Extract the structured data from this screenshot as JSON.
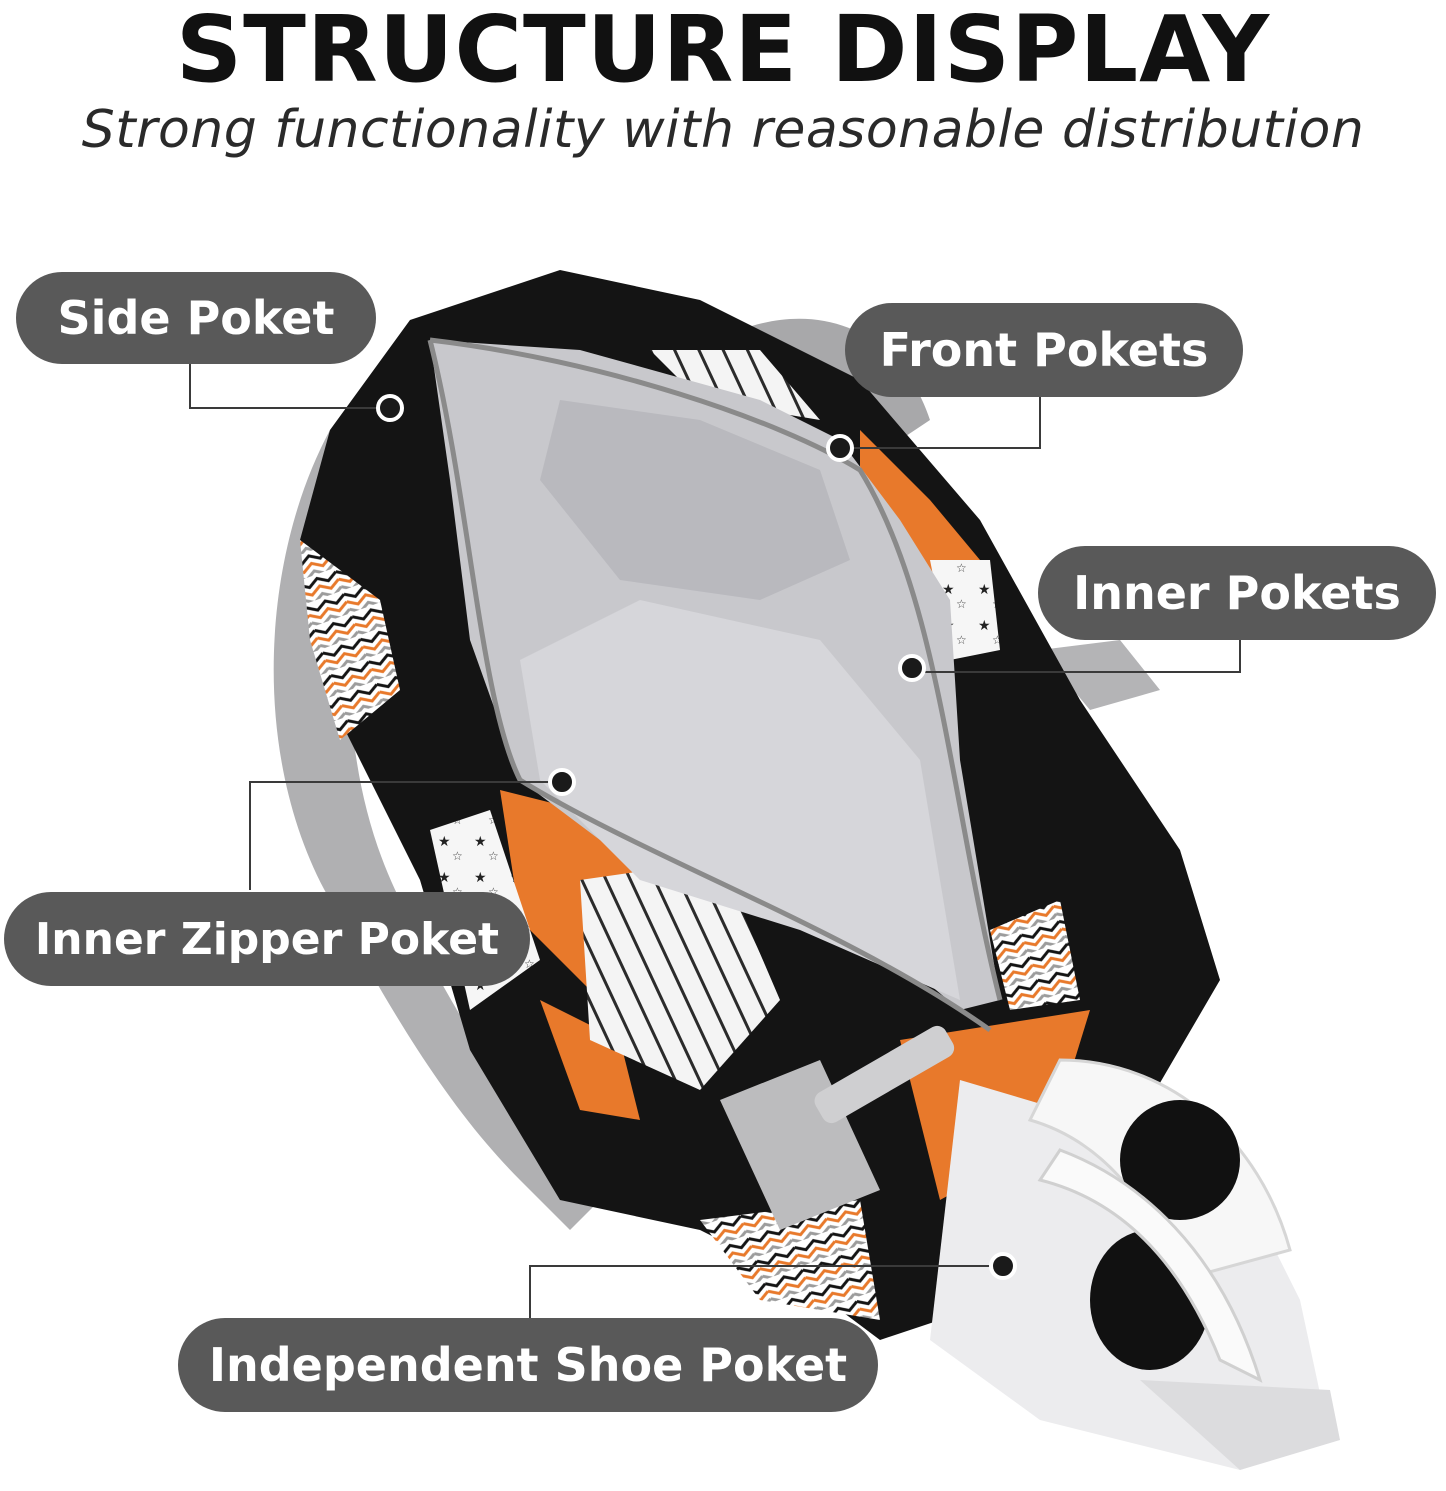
{
  "header": {
    "title": "STRUCTURE DISPLAY",
    "subtitle": "Strong functionality with reasonable distribution"
  },
  "callouts": {
    "side_poket": "Side Poket",
    "front_pokets": "Front Pokets",
    "inner_pokets": "Inner Pokets",
    "inner_zipper_poket": "Inner Zipper Poket",
    "shoe_poket": "Independent Shoe Poket"
  },
  "colors": {
    "label_bg": "#595959",
    "label_text": "#ffffff",
    "bag_orange": "#e8792b",
    "bag_black": "#141414",
    "lining_gray": "#c9c9cd",
    "strap_gray": "#a8a8aa"
  }
}
